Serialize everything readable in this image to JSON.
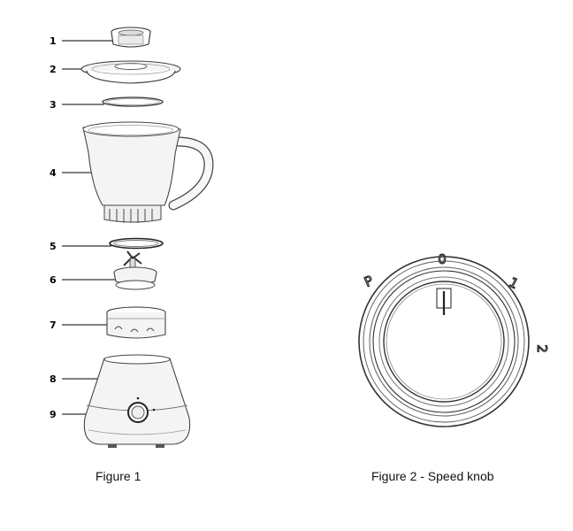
{
  "figure1": {
    "caption": "Figure 1",
    "callouts": [
      {
        "number": "1",
        "part": "lid-cap"
      },
      {
        "number": "2",
        "part": "lid"
      },
      {
        "number": "3",
        "part": "lid-seal"
      },
      {
        "number": "4",
        "part": "jug"
      },
      {
        "number": "5",
        "part": "sealing-ring"
      },
      {
        "number": "6",
        "part": "blade-assembly"
      },
      {
        "number": "7",
        "part": "jug-base"
      },
      {
        "number": "8",
        "part": "motor-base"
      },
      {
        "number": "9",
        "part": "speed-knob"
      }
    ]
  },
  "figure2": {
    "caption": "Figure 2 - Speed knob",
    "positions": [
      "P",
      "0",
      "1",
      "2"
    ]
  }
}
